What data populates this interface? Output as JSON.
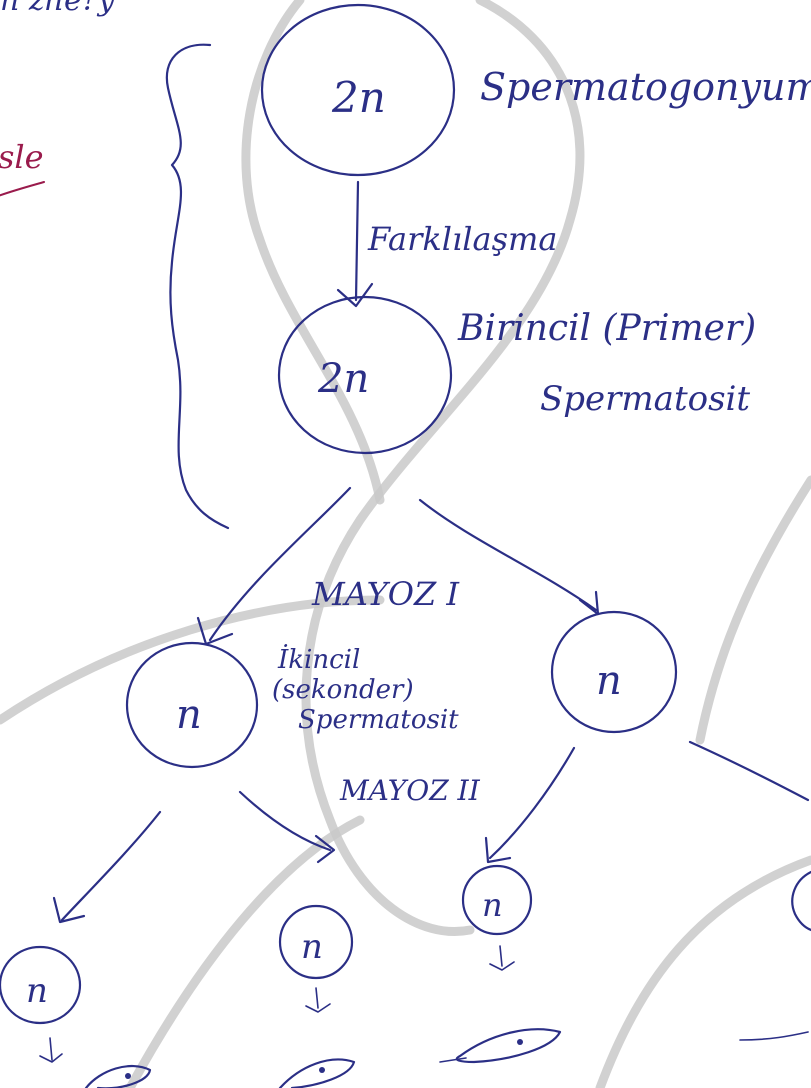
{
  "top_left_fragment": "n zhe?y",
  "left_margin_fragment": "sle",
  "nodes": {
    "spermatogonyum": {
      "ploidy": "2n",
      "label": "Spermatogonyum"
    },
    "primer": {
      "ploidy": "2n",
      "label_line1": "Birincil (Primer)",
      "label_line2": "Spermatosit"
    },
    "sekonder_left": {
      "ploidy": "n",
      "label_line1": "İkincil",
      "label_line2": "(sekonder)",
      "label_line3": "Spermatosit"
    },
    "sekonder_right": {
      "ploidy": "n"
    },
    "spermatid_1": {
      "ploidy": "n"
    },
    "spermatid_2": {
      "ploidy": "n"
    },
    "spermatid_3": {
      "ploidy": "n"
    },
    "spermatid_4": {
      "ploidy": ""
    }
  },
  "edges": {
    "growth": "Farklılaşma",
    "meiosis_1": "MAYOZ I",
    "meiosis_2": "MAYOZ II"
  },
  "colors": {
    "ink": "#2b2f86",
    "red_ink": "#9a1b4c",
    "watermark": "#c9c9c9"
  }
}
